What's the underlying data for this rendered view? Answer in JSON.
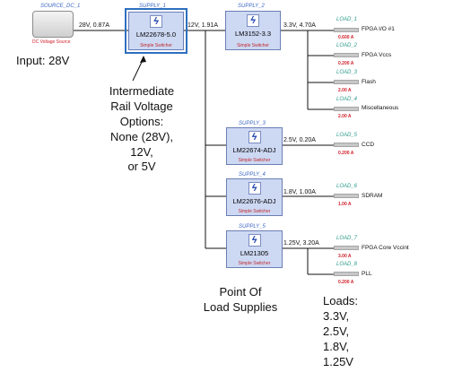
{
  "source": {
    "label": "SOURCE_DC_1",
    "caption": "DC Voltage Source",
    "output": "28V, 0.87A"
  },
  "input_text": "Input: 28V",
  "supply1": {
    "label": "SUPPLY_1",
    "name": "LM22678-5.0",
    "sub": "Simple Switcher",
    "output": "12V, 1.91A"
  },
  "supply2": {
    "label": "SUPPLY_2",
    "name": "LM3152-3.3",
    "sub": "Simple Switcher",
    "output": "3.3V, 4.70A"
  },
  "supply3": {
    "label": "SUPPLY_3",
    "name": "LM22674-ADJ",
    "sub": "Simple Switcher",
    "output": "2.5V, 0.20A"
  },
  "supply4": {
    "label": "SUPPLY_4",
    "name": "LM22676-ADJ",
    "sub": "Simple Switcher",
    "output": "1.8V, 1.00A"
  },
  "supply5": {
    "label": "SUPPLY_5",
    "name": "LM21305",
    "sub": "Simple Switcher",
    "output": "1.25V, 3.20A"
  },
  "loads": [
    {
      "label": "LOAD_1",
      "name": "FPGA I/O #1",
      "current": "0.600 A"
    },
    {
      "label": "LOAD_2",
      "name": "FPGA Vccs",
      "current": "0.200 A"
    },
    {
      "label": "LOAD_3",
      "name": "Flash",
      "current": "2.00 A"
    },
    {
      "label": "LOAD_4",
      "name": "Miscellaneous",
      "current": "2.00 A"
    },
    {
      "label": "LOAD_5",
      "name": "CCD",
      "current": "0.200 A"
    },
    {
      "label": "LOAD_6",
      "name": "SDRAM",
      "current": "1.00 A"
    },
    {
      "label": "LOAD_7",
      "name": "FPGA Core Vccint",
      "current": "3.00 A"
    },
    {
      "label": "LOAD_8",
      "name": "PLL",
      "current": "0.200 A"
    }
  ],
  "annotations": {
    "intermediate": [
      "Intermediate",
      "Rail Voltage",
      "Options:",
      "None (28V),",
      "12V,",
      "or 5V"
    ],
    "pol": [
      "Point Of",
      "Load Supplies"
    ],
    "loads": [
      "Loads:",
      "3.3V,",
      "2.5V,",
      "1.8V,",
      "1.25V"
    ]
  },
  "colors": {
    "supply_fill": "#cdd8f3",
    "label_blue": "#3b67c4",
    "current_red": "#d0202a",
    "load_teal": "#2a9a8a"
  }
}
